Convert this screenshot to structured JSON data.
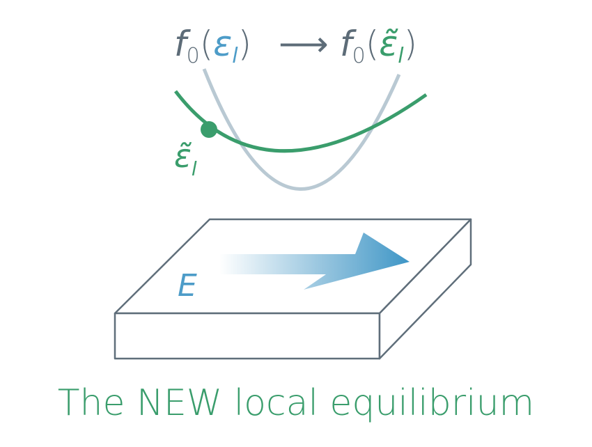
{
  "equation": {
    "f_left": "f",
    "sub_left": "0",
    "open_left": "(",
    "eps_left": "ε",
    "eps_sub_left": "l",
    "close_left": ")",
    "arrow": "⟶",
    "f_right": "f",
    "sub_right": "0",
    "open_right": "(",
    "eps_right": "ε̃",
    "eps_sub_right": "l",
    "close_right": ")"
  },
  "point_label": {
    "eps": "ε̃",
    "sub": "l"
  },
  "field_label": "E",
  "title": "The NEW local equilibrium",
  "colors": {
    "slate": "#5d6c78",
    "blue": "#4d9cc8",
    "green": "#3a9d6c",
    "old_curve": "#b9c9d3",
    "box": "#5f6e7a"
  }
}
